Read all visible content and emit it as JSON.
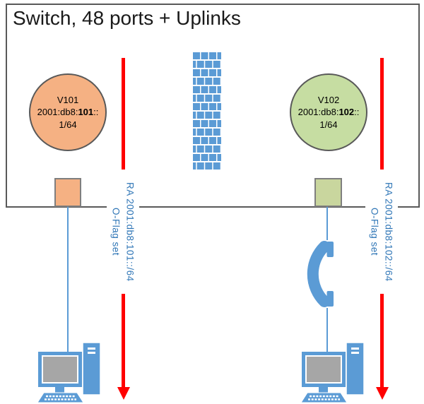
{
  "colors": {
    "accent-blue": "#5B9BD5",
    "screen-gray": "#A6A6A6",
    "arrow-red": "#FF0000",
    "label-blue": "#2E75B6",
    "vlan101-fill": "#F5B183",
    "vlan102-fill": "#C6DDA2",
    "port101-fill": "#F5B183",
    "port102-fill": "#C9D69E",
    "outline-dark": "#595959",
    "port-border": "#7F7F7F",
    "text-black": "#1A1A1A"
  },
  "switch": {
    "title": "Switch, 48 ports + Uplinks"
  },
  "vlan101": {
    "name": "V101",
    "addr_prefix": "2001:db8:",
    "addr_vlan_bold": "101",
    "addr_suffix": "::",
    "addr_line2": "1/64"
  },
  "vlan102": {
    "name": "V102",
    "addr_prefix": "2001:db8:",
    "addr_vlan_bold": "102",
    "addr_suffix": "::",
    "addr_line2": "1/64"
  },
  "ra_left": {
    "message": "RA 2001:db8:101::/64",
    "flag": "O-Flag set"
  },
  "ra_right": {
    "message": "RA 2001:db8:102::/64",
    "flag": "O-Flag set"
  },
  "icons": {
    "firewall": "brick-wall-icon",
    "phone": "telephone-handset-icon",
    "workstation": "desktop-computer-icon"
  }
}
